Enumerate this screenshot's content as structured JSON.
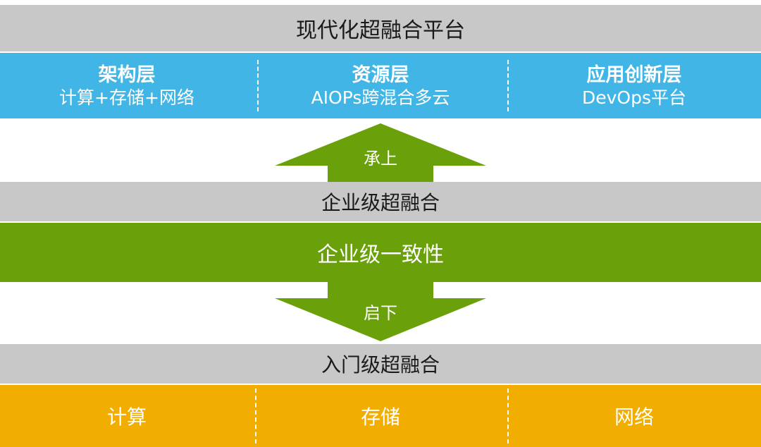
{
  "top_title": "现代化超融合平台",
  "blue_band": {
    "columns": [
      {
        "title": "架构层",
        "subtitle": "计算+存储+网络"
      },
      {
        "title": "资源层",
        "subtitle": "AIOPs跨混合多云"
      },
      {
        "title": "应用创新层",
        "subtitle": "DevOps平台"
      }
    ]
  },
  "arrow_up": {
    "label": "承上"
  },
  "mid_title": "企业级超融合",
  "green_band": "企业级一致性",
  "arrow_down": {
    "label": "启下"
  },
  "bottom_title": "入门级超融合",
  "orange_band": {
    "items": [
      "计算",
      "存储",
      "网络"
    ]
  },
  "colors": {
    "gray": "#c8c8c8",
    "blue": "#41b6e6",
    "green": "#6aa10a",
    "orange": "#f2ae00"
  }
}
